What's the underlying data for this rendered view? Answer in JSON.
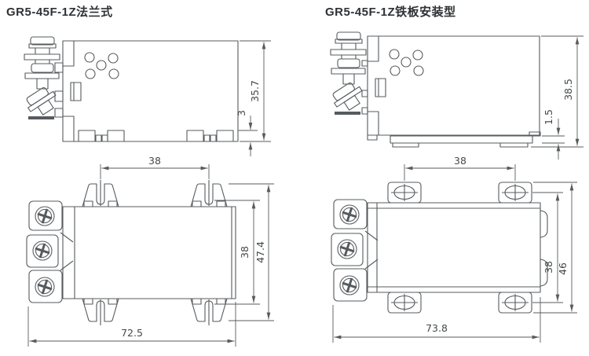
{
  "style": {
    "bg_color": "#ffffff",
    "line_color": "#575b5e",
    "text_color": "#45494c",
    "title_color": "#2e3235"
  },
  "drawings": {
    "flange": {
      "title": "GR5-45F-1Z法兰式",
      "side_view": {
        "body_height": "35.7",
        "pin_length": "3"
      },
      "top_view": {
        "slot_spacing_horizontal": "38",
        "slot_spacing_vertical": "38",
        "flange_height": "47.4",
        "overall_width": "72.5"
      }
    },
    "plate": {
      "title": "GR5-45F-1Z铁板安装型",
      "side_view": {
        "body_height": "38.5",
        "plate_thickness": "1.5"
      },
      "top_view": {
        "hole_spacing_horizontal": "38",
        "hole_spacing_vertical": "38",
        "plate_height": "46",
        "overall_width": "73.8"
      }
    }
  }
}
